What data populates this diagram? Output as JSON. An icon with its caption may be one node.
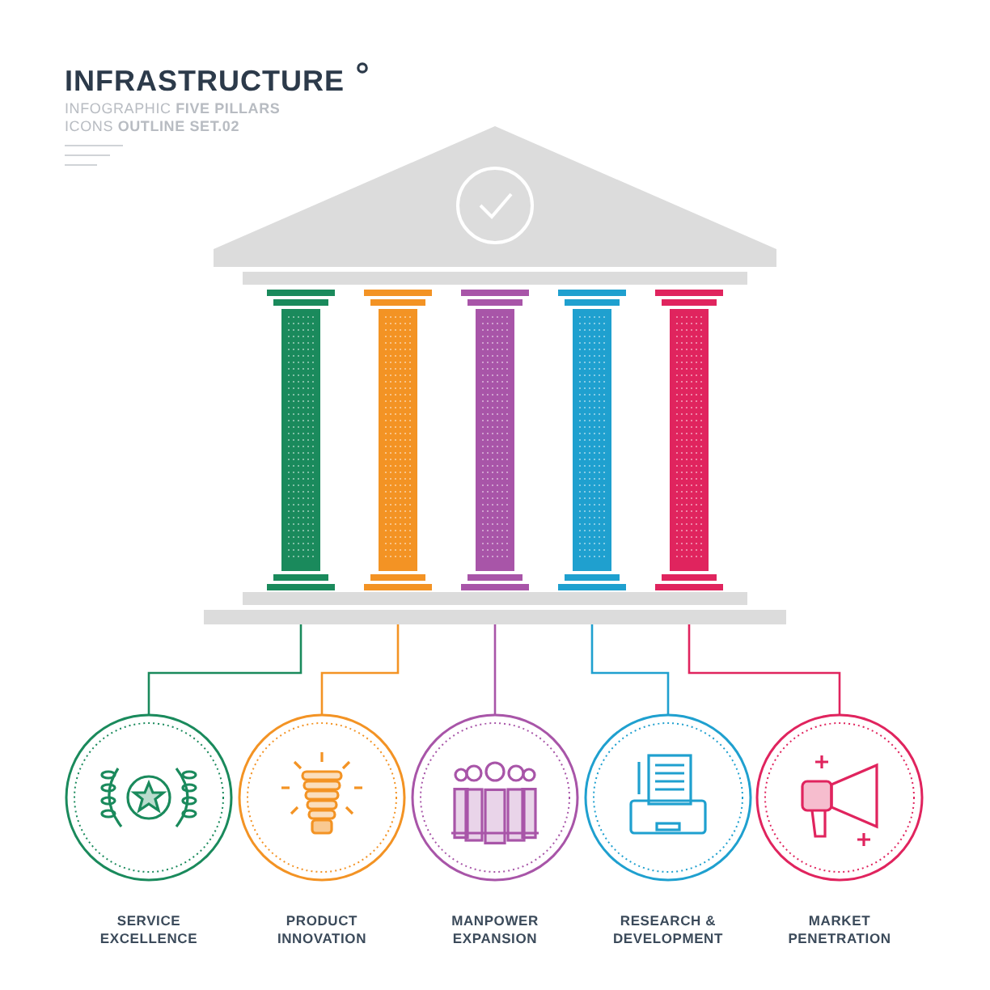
{
  "diagram": {
    "title": "INFRASTRUCTURE",
    "nodes": [
      {
        "text": [],
        "shape": "picture"
      },
      {
        "text": [
          "SERVICE EXCELLENCE"
        ]
      },
      {
        "text": [
          "PRODUCT INNOVATION"
        ]
      },
      {
        "text": [
          "MANPOWER EXPANSION"
        ]
      },
      {
        "text": [
          "RESEARCH & DEVELOPMENT"
        ]
      },
      {
        "text": [
          "MARKET PENETRATION"
        ]
      }
    ],
    "edges": [
      {
        "from": 0,
        "to": 1,
        "arrow": "none",
        "color": "#1a8a5c"
      },
      {
        "from": 0,
        "to": 2,
        "arrow": "none",
        "color": "#f39324"
      },
      {
        "from": 0,
        "to": 3,
        "arrow": "none",
        "color": "#a855a8"
      },
      {
        "from": 0,
        "to": 4,
        "arrow": "none",
        "color": "#1fa0cf"
      },
      {
        "from": 0,
        "to": 5,
        "arrow": "none",
        "color": "#e0245e"
      }
    ],
    "labels": [
      "INFOGRAPHIC **FIVE PILLARS**",
      "ICONS **OUTLINE SET.02**"
    ]
  }
}
